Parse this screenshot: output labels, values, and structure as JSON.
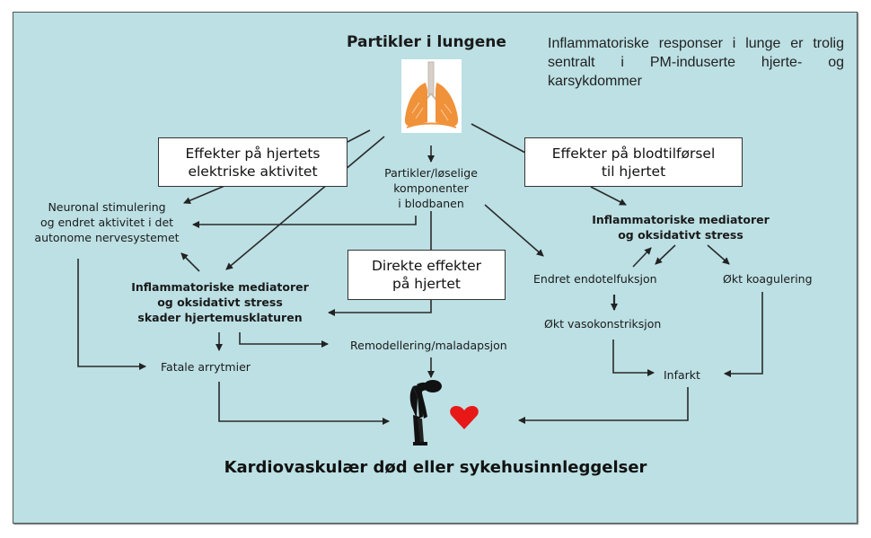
{
  "diagram": {
    "title": "Partikler i lungene",
    "note": "Inflammatoriske responser i lunge er trolig sentralt i PM-induserte hjerte- og karsykdommer",
    "boxes": {
      "electrical": [
        "Effekter på hjertets",
        "elektriske aktivitet"
      ],
      "blood_supply": [
        "Effekter på blodtilførsel",
        "til hjertet"
      ],
      "direct": [
        "Direkte effekter",
        "på hjertet"
      ]
    },
    "nodes": {
      "particles_blood": [
        "Partikler/løselige",
        "komponenter",
        "i blodbanen"
      ],
      "neuronal": [
        "Neuronal stimulering",
        "og endret aktivitet i det",
        "autonome nervesystemet"
      ],
      "inflam_left": [
        "Inflammatoriske mediatorer",
        "og oksidativt stress",
        "skader hjertemusklaturen"
      ],
      "inflam_right": [
        "Inflammatoriske mediatorer",
        "og oksidativt stress"
      ],
      "endothelial": "Endret endotelfuksjon",
      "coagulation": "Økt koagulering",
      "vasoconstriction": "Økt vasokonstriksjon",
      "remodelling": "Remodellering/maladapsjon",
      "arrhythmia": "Fatale arrytmier",
      "infarct": "Infarkt"
    },
    "outcome": "Kardiovaskulær død eller sykehusinnleggelser",
    "icons": [
      "lungs-icon",
      "person-icon",
      "heart-icon"
    ],
    "colors": {
      "background": "#bce0e4",
      "lung": "#f0923a",
      "heart": "#e81818"
    }
  }
}
